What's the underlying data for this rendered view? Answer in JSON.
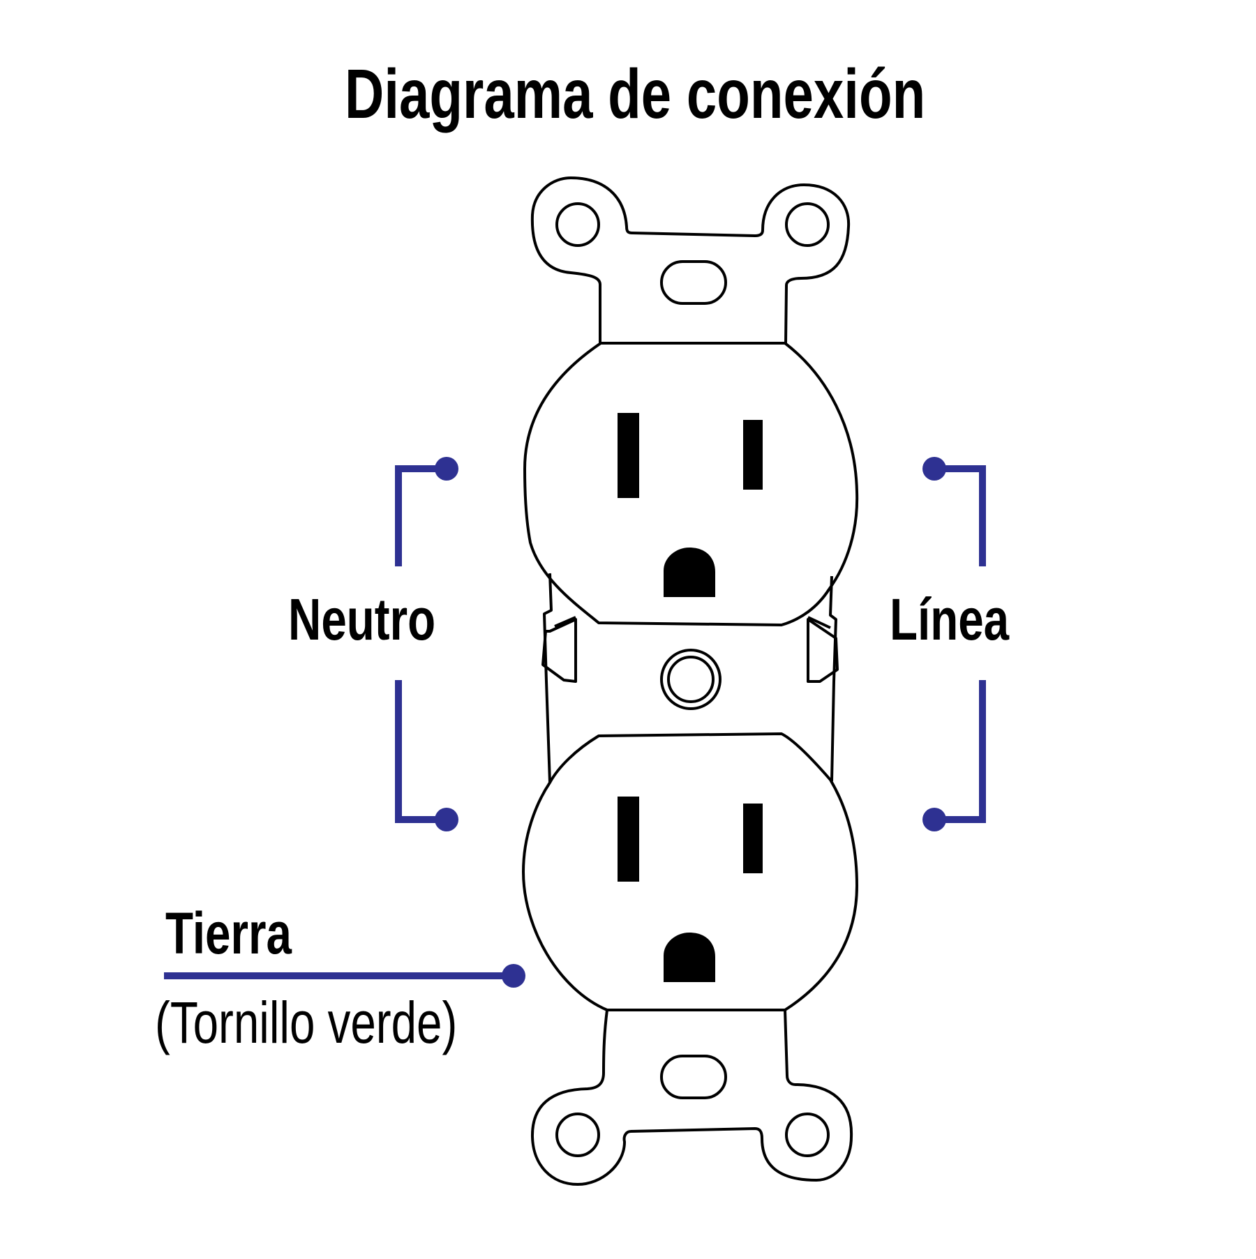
{
  "title": "Diagrama de conexión",
  "labels": {
    "neutral": "Neutro",
    "line": "Línea",
    "ground": "Tierra",
    "ground_note": "(Tornillo verde)"
  },
  "colors": {
    "leader": "#2e3192",
    "outline": "#000000",
    "background": "#ffffff"
  }
}
